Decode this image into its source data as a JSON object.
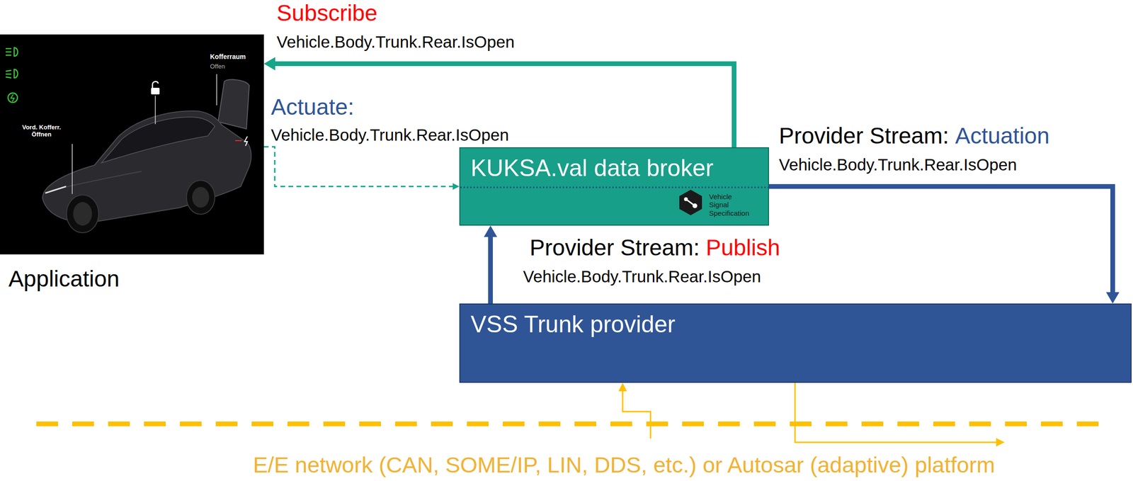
{
  "diagram": {
    "nodes": [
      {
        "text": [
          "Kofferraum",
          "Offen",
          "Vord. Kofferr. Öffnen",
          "Application"
        ]
      },
      {
        "text": [
          "KUKSA.val data broker",
          "Vehicle Signal Specification"
        ]
      },
      {
        "text": [
          "VSS Trunk provider"
        ]
      }
    ],
    "edges": [
      {
        "from": 1,
        "to": 0,
        "arrow": "to",
        "label": "Subscribe"
      },
      {
        "from": 0,
        "to": 1,
        "arrow": "to",
        "label": "Actuate:"
      },
      {
        "from": 1,
        "to": 2,
        "arrow": "to",
        "label": "Actuation"
      },
      {
        "from": 2,
        "to": 1,
        "arrow": "to",
        "label": "Publish"
      }
    ],
    "labels": [
      "Vehicle.Body.Trunk.Rear.IsOpen",
      "Vehicle.Body.Trunk.Rear.IsOpen",
      "Provider Stream:",
      "Vehicle.Body.Trunk.Rear.IsOpen",
      "Provider Stream:",
      "Vehicle.Body.Trunk.Rear.IsOpen",
      "E/E network (CAN, SOME/IP, LIN, DDS, etc.) or Autosar (adaptive) platform"
    ]
  }
}
